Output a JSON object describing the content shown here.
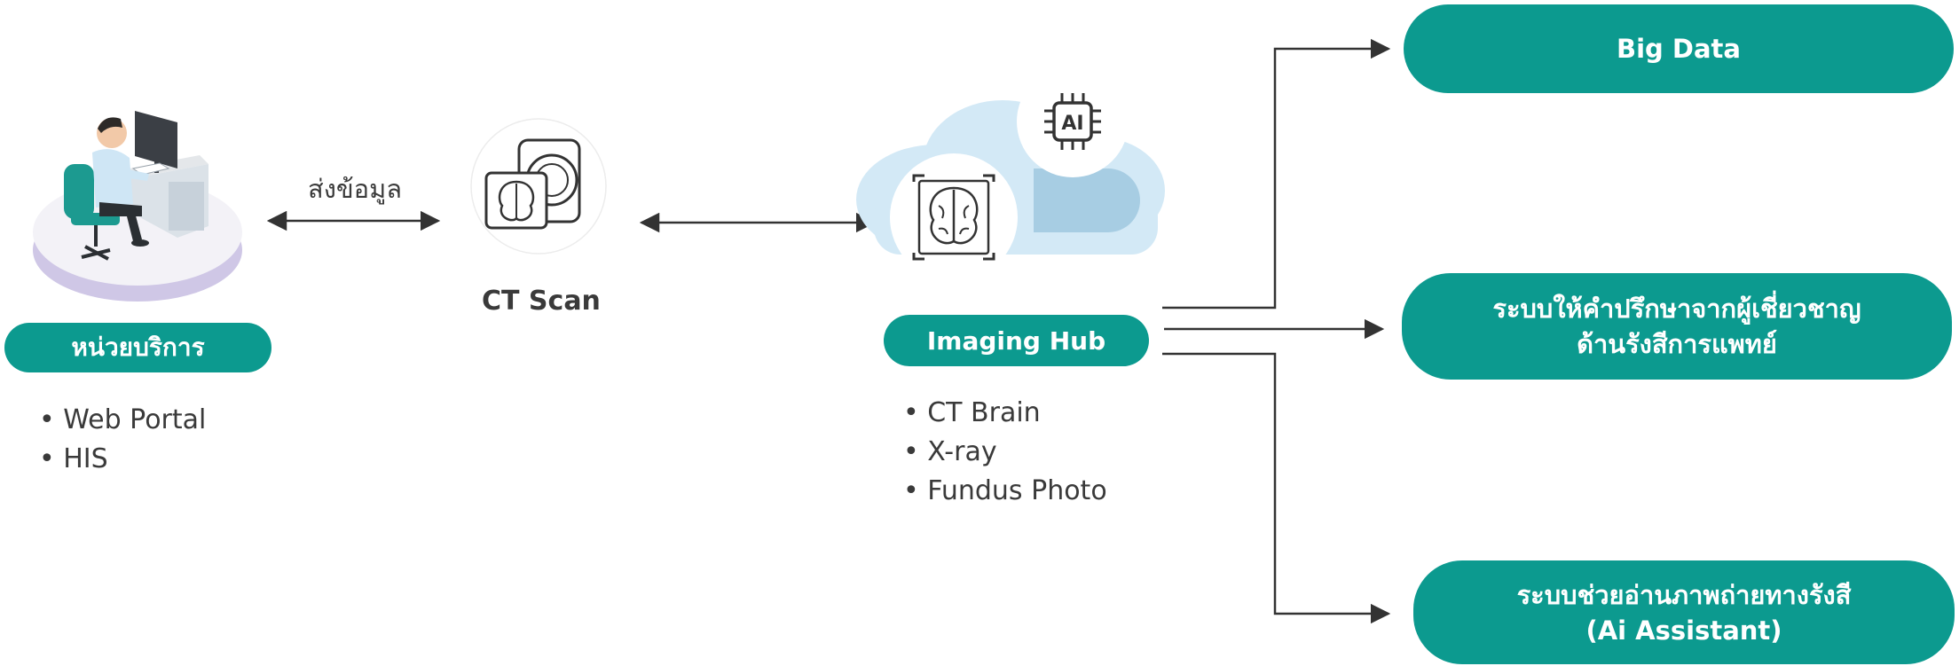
{
  "service_unit": {
    "label": "หน่วยบริการ",
    "items": [
      "Web Portal",
      "HIS"
    ]
  },
  "link": {
    "label": "ส่งข้อมูล"
  },
  "ct_scan": {
    "label": "CT Scan"
  },
  "imaging_hub": {
    "label": "Imaging Hub",
    "ai_badge": "AI",
    "items": [
      "CT Brain",
      "X-ray",
      "Fundus Photo"
    ]
  },
  "outputs": {
    "big_data": "Big Data",
    "consult": {
      "line1": "ระบบให้คำปรึกษาจากผู้เชี่ยวชาญ",
      "line2": "ด้านรังสีการแพทย์"
    },
    "assistant": {
      "line1": "ระบบช่วยอ่านภาพถ่ายทางรังสี",
      "line2": "(Ai Assistant)"
    }
  },
  "colors": {
    "accent": "#0c9a8f",
    "cloud_light": "#d3e9f6",
    "cloud_dark": "#a7cde3",
    "line": "#333333"
  },
  "icons": [
    "doctor-workstation-icon",
    "ct-scanner-icon",
    "ai-chip-icon",
    "brain-scan-icon",
    "cloud-icon"
  ]
}
